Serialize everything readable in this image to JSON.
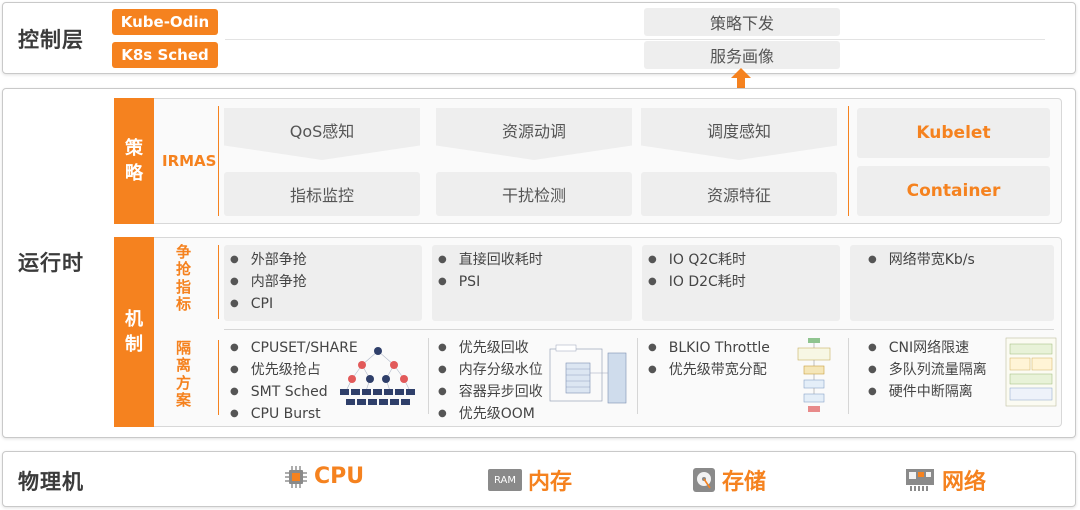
{
  "control": {
    "label": "控制层",
    "buttons": [
      "Kube-Odin",
      "K8s Sched"
    ],
    "right_boxes": [
      "策略下发",
      "服务画像"
    ]
  },
  "runtime": {
    "label": "运行时",
    "strategy": {
      "bar": [
        "策",
        "略"
      ],
      "irmas": "IRMAS",
      "top_row": [
        "QoS感知",
        "资源动调",
        "调度感知"
      ],
      "bottom_row": [
        "指标监控",
        "干扰检测",
        "资源特征"
      ],
      "kubelet": "Kubelet",
      "container": "Container"
    },
    "mechanism": {
      "bar": [
        "机",
        "制"
      ],
      "contention_title": [
        "争",
        "抢",
        "指",
        "标"
      ],
      "isolation_title": [
        "隔",
        "离",
        "方",
        "案"
      ],
      "contention": [
        [
          "外部争抢",
          "内部争抢",
          "CPI"
        ],
        [
          "直接回收耗时",
          "PSI"
        ],
        [
          "IO Q2C耗时",
          "IO D2C耗时"
        ],
        [
          "网络带宽Kb/s"
        ]
      ],
      "isolation": [
        [
          "CPUSET/SHARE",
          "优先级抢占",
          "SMT Sched",
          "CPU Burst"
        ],
        [
          "优先级回收",
          "内存分级水位",
          "容器异步回收",
          "优先级OOM"
        ],
        [
          "BLKIO Throttle",
          "优先级带宽分配"
        ],
        [
          "CNI网络限速",
          "多队列流量隔离",
          "硬件中断隔离"
        ]
      ]
    }
  },
  "physical": {
    "label": "物理机",
    "items": [
      {
        "icon": "cpu-chip-icon",
        "label": "CPU"
      },
      {
        "icon": "ram-icon",
        "icon_text": "RAM",
        "label": "内存"
      },
      {
        "icon": "disk-icon",
        "label": "存储"
      },
      {
        "icon": "network-card-icon",
        "label": "网络"
      }
    ]
  },
  "colors": {
    "accent": "#f5821f",
    "box": "#eeeeee",
    "text": "#444444"
  }
}
